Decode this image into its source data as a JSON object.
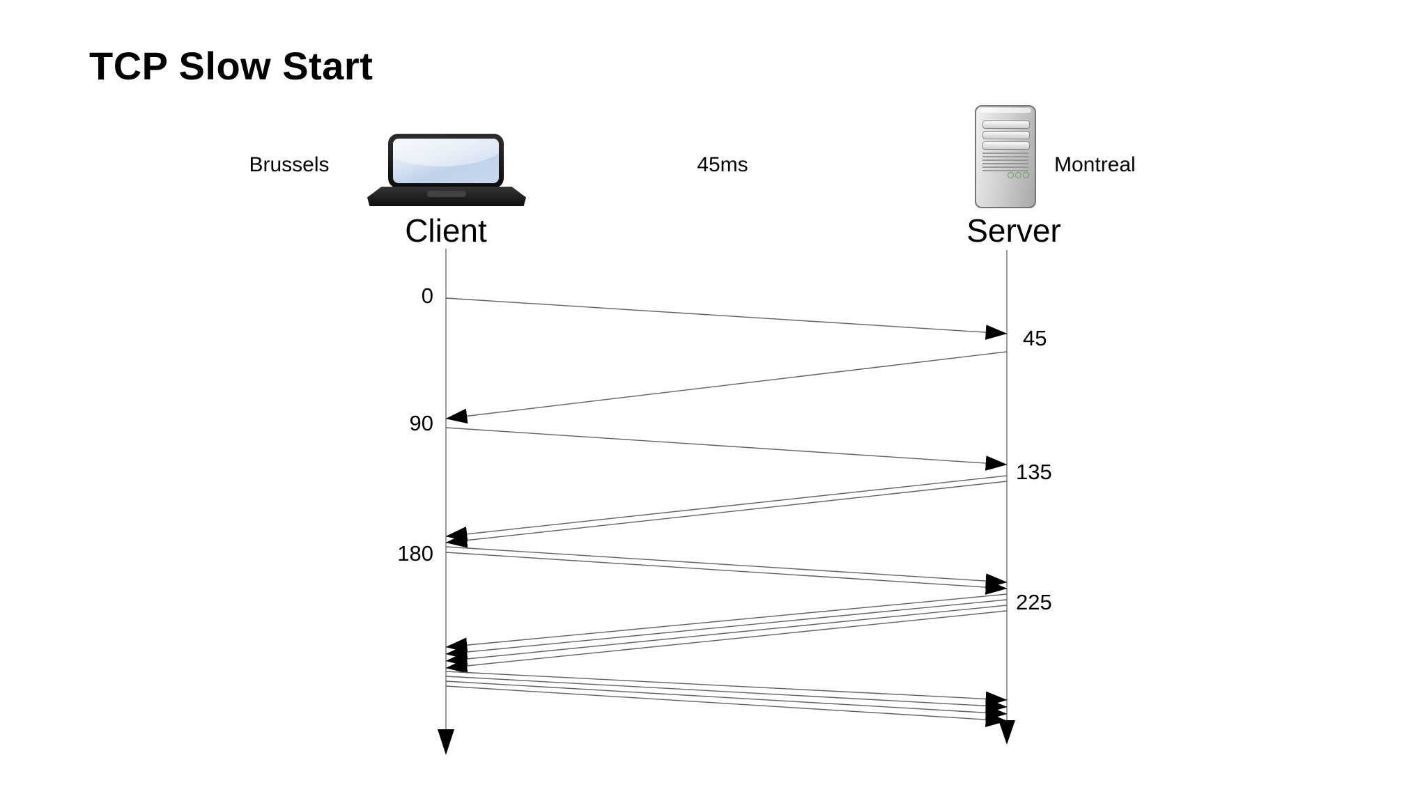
{
  "title": "TCP Slow Start",
  "connection": {
    "latency_label": "45ms"
  },
  "actors": {
    "client": {
      "name": "Client",
      "location": "Brussels",
      "icon": "laptop-icon"
    },
    "server": {
      "name": "Server",
      "location": "Montreal",
      "icon": "server-tower-icon"
    }
  },
  "timeline": {
    "client_ticks": [
      {
        "label": "0"
      },
      {
        "label": "90"
      },
      {
        "label": "180"
      }
    ],
    "server_ticks": [
      {
        "label": "45"
      },
      {
        "label": "135"
      },
      {
        "label": "225"
      }
    ],
    "messages": [
      {
        "from": "Client",
        "to": "Server",
        "departs_label": "0",
        "arrives_label": "45",
        "segments": 1
      },
      {
        "from": "Server",
        "to": "Client",
        "departs_label": "45",
        "arrives_label": "90",
        "segments": 1
      },
      {
        "from": "Client",
        "to": "Server",
        "departs_label": "90",
        "arrives_label": "135",
        "segments": 1
      },
      {
        "from": "Server",
        "to": "Client",
        "departs_label": "135",
        "arrives_label": "180",
        "segments": 2
      },
      {
        "from": "Client",
        "to": "Server",
        "departs_label": "180",
        "arrives_label": "225",
        "segments": 2
      },
      {
        "from": "Server",
        "to": "Client",
        "departs_label": "225",
        "arrives_label": null,
        "segments": 4
      },
      {
        "from": "Client",
        "to": "Server",
        "departs_label": null,
        "arrives_label": null,
        "segments": 4
      }
    ]
  },
  "colors": {
    "background": "#ffffff",
    "text": "#000000",
    "lifeline": "#9a9a9a",
    "message_line": "#606060",
    "arrowhead": "#000000",
    "laptop_screen": "#cfe0f1",
    "server_body": "#c6c6c6",
    "server_led": "#8fd48f"
  }
}
